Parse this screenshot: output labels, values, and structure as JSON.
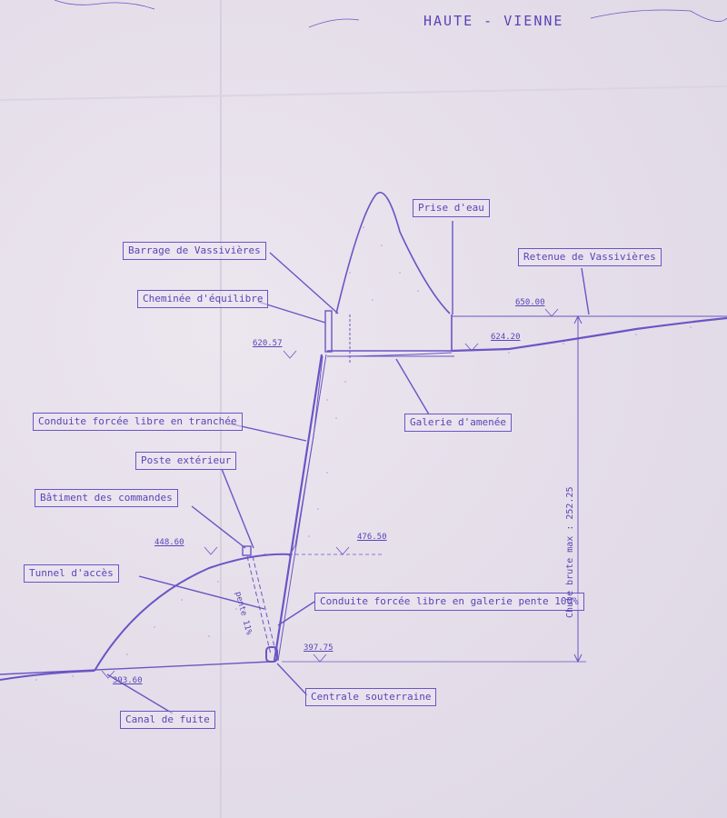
{
  "region_title": "HAUTE - VIENNE",
  "colors": {
    "ink": "#5a44b6",
    "paper": "#e9e3ec"
  },
  "labels": {
    "prise_eau": "Prise d'eau",
    "barrage": "Barrage de Vassivières",
    "retenue": "Retenue de Vassivières",
    "cheminee": "Cheminée d'équilibre",
    "conduite_tranchee": "Conduite forcée libre en tranchée",
    "galerie_amenee": "Galerie d'amenée",
    "poste_exterieur": "Poste extérieur",
    "batiment_commandes": "Bâtiment des commandes",
    "tunnel_acces": "Tunnel d'accès",
    "conduite_galerie": "Conduite forcée libre en galerie pente 100%",
    "centrale": "Centrale souterraine",
    "canal_fuite": "Canal de fuite"
  },
  "elevations": {
    "e650": "650.00",
    "e624": "624.20",
    "e620": "620.57",
    "e448": "448.60",
    "e476": "476.50",
    "e397": "397.75",
    "e393": "393.60"
  },
  "chute": "Chute brute max : 252.25",
  "pente_tunnel": "pente 11%"
}
